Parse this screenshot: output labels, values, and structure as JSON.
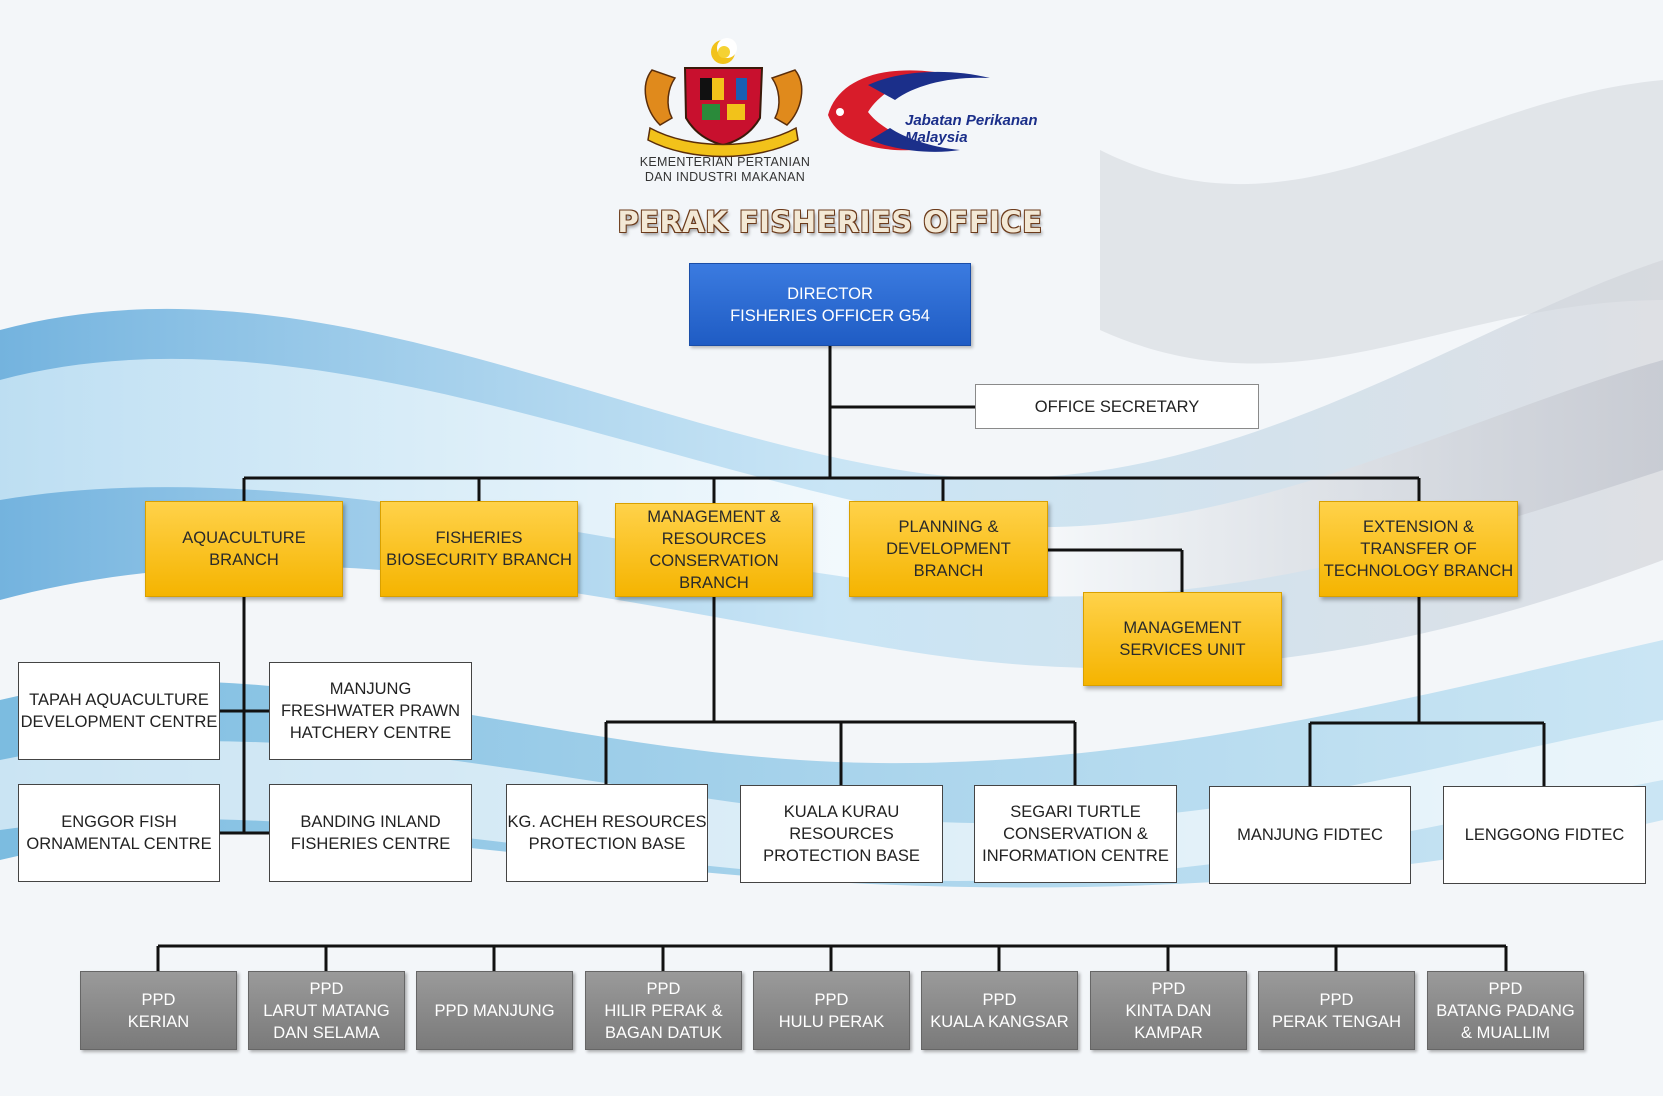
{
  "header": {
    "ministry_caption": "KEMENTERIAN PERTANIAN\nDAN INDUSTRI MAKANAN",
    "dept_logo_text": "Jabatan Perikanan\nMalaysia",
    "title": "PERAK FISHERIES OFFICE"
  },
  "chart": {
    "director": "DIRECTOR\nFISHERIES OFFICER G54",
    "secretary": "OFFICE SECRETARY",
    "branches": {
      "aquaculture": "AQUACULTURE\nBRANCH",
      "biosecurity": "FISHERIES\nBIOSECURITY BRANCH",
      "management_resources": "MANAGEMENT &\nRESOURCES\nCONSERVATION\nBRANCH",
      "planning": "PLANNING &\nDEVELOPMENT\nBRANCH",
      "management_services": "MANAGEMENT\nSERVICES UNIT",
      "extension": "EXTENSION &\nTRANSFER OF\nTECHNOLOGY BRANCH"
    },
    "units": {
      "tapah": "TAPAH AQUACULTURE\nDEVELOPMENT CENTRE",
      "manjung_prawn": "MANJUNG\nFRESHWATER PRAWN\nHATCHERY CENTRE",
      "enggor": "ENGGOR FISH\nORNAMENTAL CENTRE",
      "banding": "BANDING INLAND\nFISHERIES CENTRE",
      "kg_acheh": "KG. ACHEH RESOURCES\nPROTECTION BASE",
      "kuala_kurau": "KUALA KURAU\nRESOURCES\nPROTECTION BASE",
      "segari": "SEGARI TURTLE\nCONSERVATION &\nINFORMATION CENTRE",
      "manjung_fidtec": "MANJUNG FIDTEC",
      "lenggong_fidtec": "LENGGONG FIDTEC"
    },
    "ppd": [
      "PPD\nKERIAN",
      "PPD\nLARUT MATANG\nDAN SELAMA",
      "PPD MANJUNG",
      "PPD\nHILIR PERAK &\nBAGAN DATUK",
      "PPD\nHULU PERAK",
      "PPD\nKUALA KANGSAR",
      "PPD\nKINTA DAN\nKAMPAR",
      "PPD\nPERAK TENGAH",
      "PPD\nBATANG PADANG\n& MUALLIM"
    ]
  },
  "colors": {
    "director": "#2a66d3",
    "branch": "#f8c21a",
    "ppd": "#8a8a8a",
    "connector": "#111111"
  }
}
